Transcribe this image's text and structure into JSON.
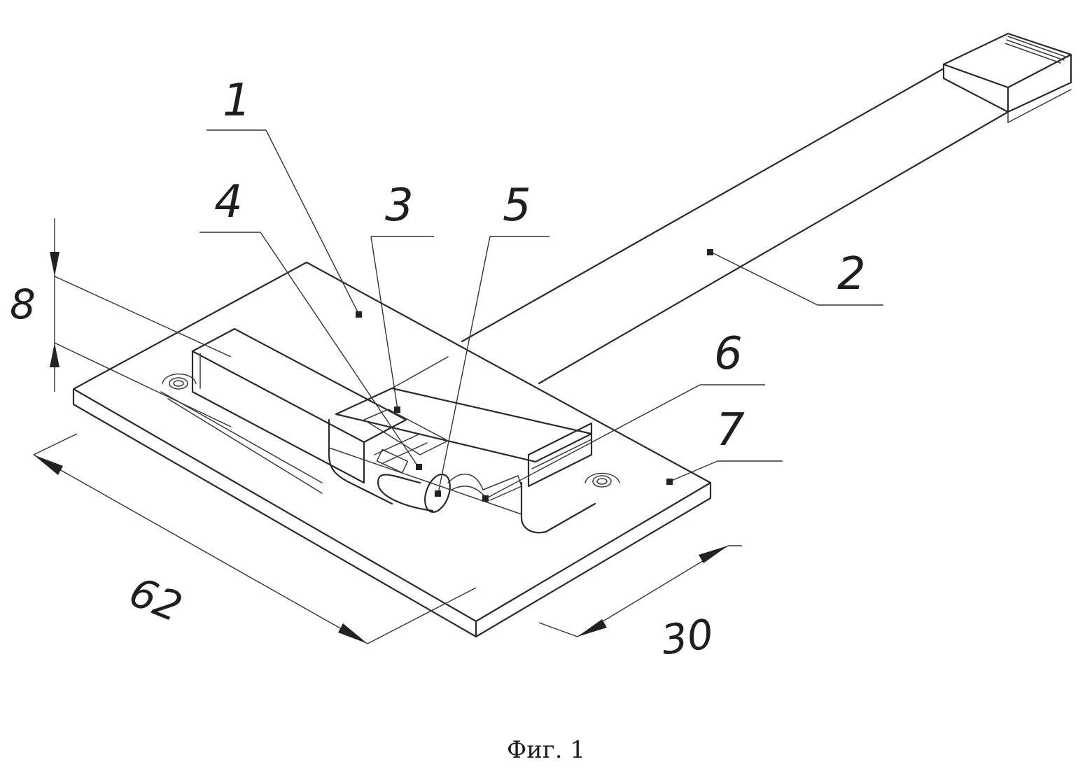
{
  "figure": {
    "caption": "Фиг. 1",
    "callouts": [
      "1",
      "2",
      "3",
      "4",
      "5",
      "6",
      "7"
    ],
    "dimensions": {
      "length": "62",
      "width": "30",
      "height": "8"
    }
  }
}
